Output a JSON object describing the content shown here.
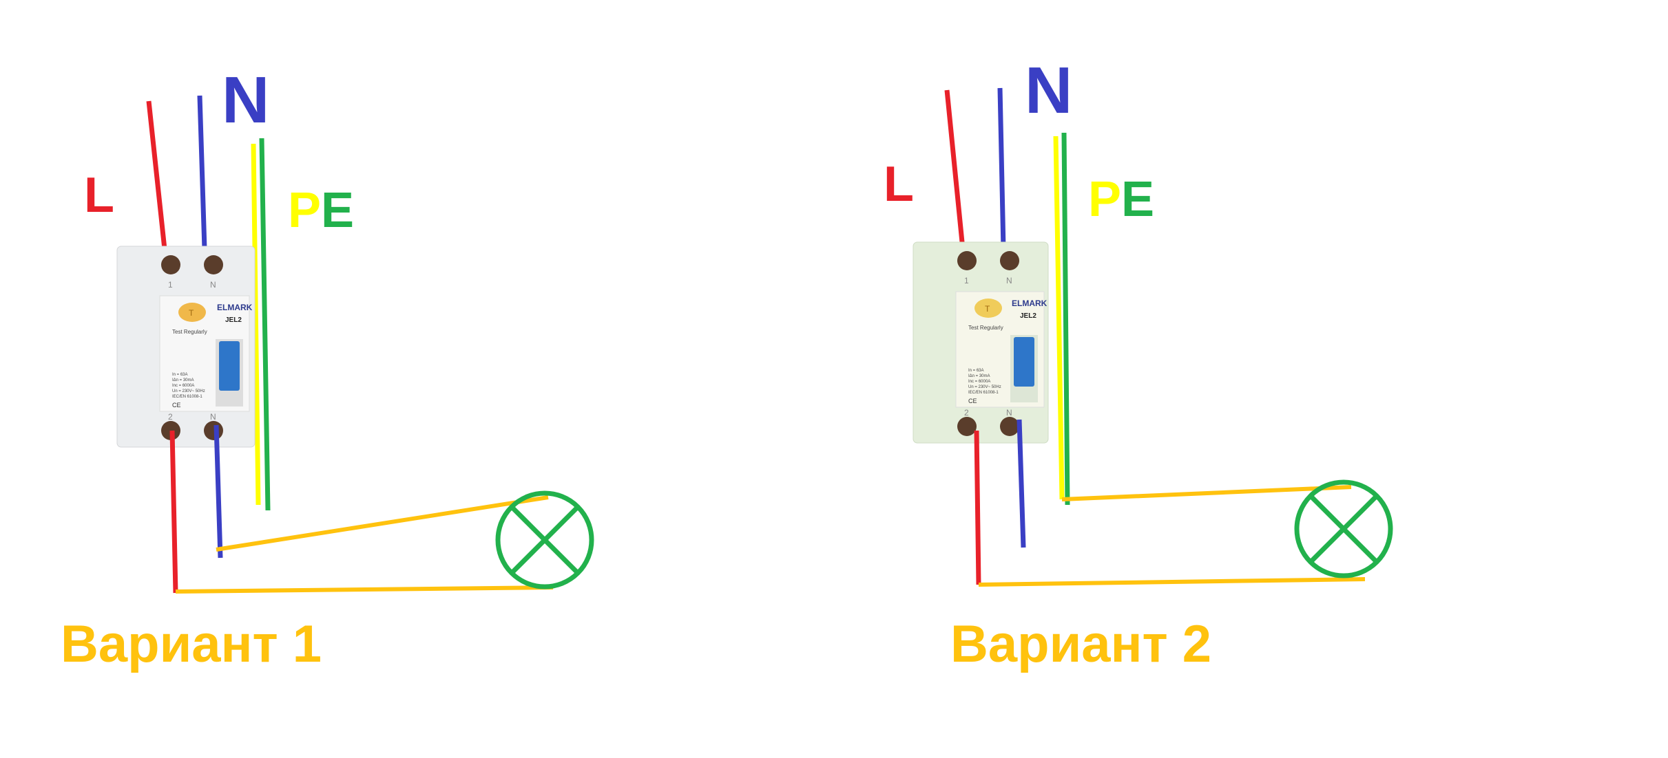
{
  "labels": {
    "L": "L",
    "N": "N",
    "PE_P": "P",
    "PE_E": "E"
  },
  "colors": {
    "L": "#e8212a",
    "N": "#3a3fc4",
    "PE_yellow": "#ffff00",
    "PE_green": "#22b14c",
    "load": "#ffc20e",
    "lamp": "#22b14c"
  },
  "device": {
    "brand": "ELMARK",
    "model": "JEL2",
    "test_label": "Test Regularly",
    "test_button": "T",
    "terminal_top_left": "1",
    "terminal_top_right": "N",
    "terminal_bottom_left": "2",
    "terminal_bottom_right": "N",
    "specs": [
      "In = 63A",
      "IΔn = 30mA",
      "Inc = 6000A",
      "Un = 230V~ 50Hz",
      "IEC/EN 61008-1"
    ],
    "marks": "CE"
  },
  "variants": [
    {
      "title": "Вариант 1"
    },
    {
      "title": "Вариант 2"
    }
  ]
}
